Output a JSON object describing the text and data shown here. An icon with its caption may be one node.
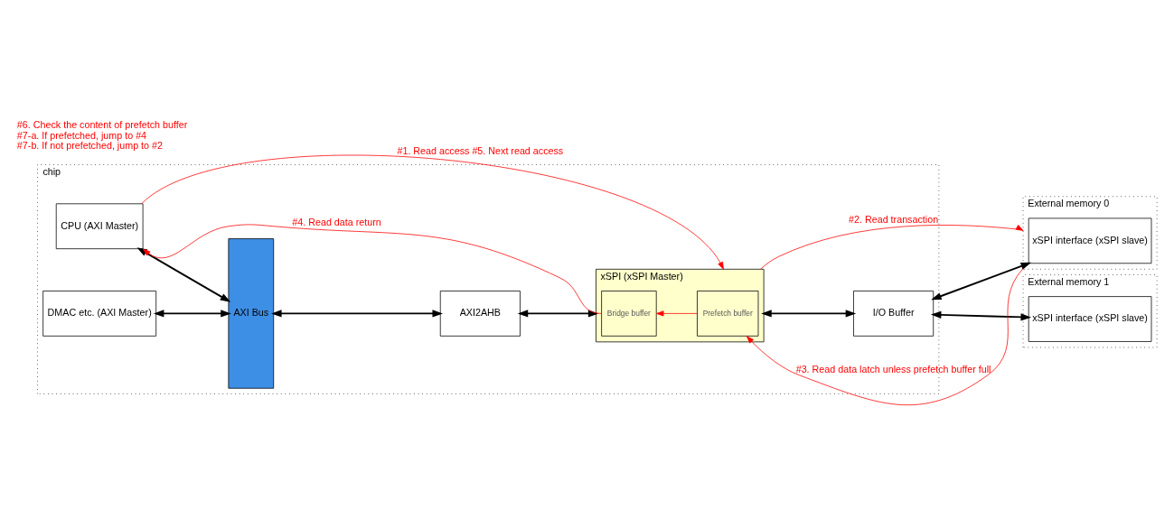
{
  "diagram": {
    "nodes": [
      {
        "text": [
          "chip"
        ]
      },
      {
        "text": [
          "CPU (AXI Master)"
        ],
        "in": 0
      },
      {
        "text": [
          "DMAC etc. (AXI Master)"
        ],
        "in": 0
      },
      {
        "text": [
          "AXI Bus"
        ],
        "in": 0
      },
      {
        "text": [
          "AXI2AHB"
        ],
        "in": 0
      },
      {
        "text": [
          "xSPI (xSPI Master)"
        ],
        "in": 0
      },
      {
        "text": [
          "Bridge buffer"
        ],
        "in": 5
      },
      {
        "text": [
          "Prefetch buffer"
        ],
        "in": 5
      },
      {
        "text": [
          "I/O Buffer"
        ],
        "in": 0
      },
      {
        "text": [
          "External memory 0"
        ]
      },
      {
        "text": [
          "xSPI interface (xSPI slave)"
        ],
        "in": 9
      },
      {
        "text": [
          "External memory 1"
        ]
      },
      {
        "text": [
          "xSPI interface (xSPI slave)"
        ],
        "in": 11
      }
    ],
    "edges": [
      {
        "from": 1,
        "to": 3,
        "arrow": "both"
      },
      {
        "from": 2,
        "to": 3,
        "arrow": "both"
      },
      {
        "from": 3,
        "to": 4,
        "arrow": "both"
      },
      {
        "from": 4,
        "to": 5,
        "arrow": "both"
      },
      {
        "from": 5,
        "to": 8,
        "arrow": "both"
      },
      {
        "from": 8,
        "to": 10,
        "arrow": "both"
      },
      {
        "from": 8,
        "to": 12,
        "arrow": "both"
      },
      {
        "from": 1,
        "to": 5,
        "arrow": "to",
        "label": "#1. Read access #5. Next read access",
        "color": "#ff0000"
      },
      {
        "from": 5,
        "to": 9,
        "arrow": "to",
        "label": "#2. Read transaction",
        "color": "#ff0000"
      },
      {
        "from": 9,
        "to": 7,
        "arrow": "to",
        "label": "#3. Read data latch unless prefetch buffer full",
        "color": "#ff0000"
      },
      {
        "from": 7,
        "to": 6,
        "arrow": "to",
        "color": "#ff0000"
      },
      {
        "from": 6,
        "to": 1,
        "arrow": "to",
        "label": "#4. Read data return",
        "color": "#ff0000"
      }
    ],
    "labels": [
      "#6. Check the content of prefetch buffer",
      "#7-a. If prefetched, jump to #4",
      "#7-b. If not prefetched, jump to #2"
    ]
  }
}
